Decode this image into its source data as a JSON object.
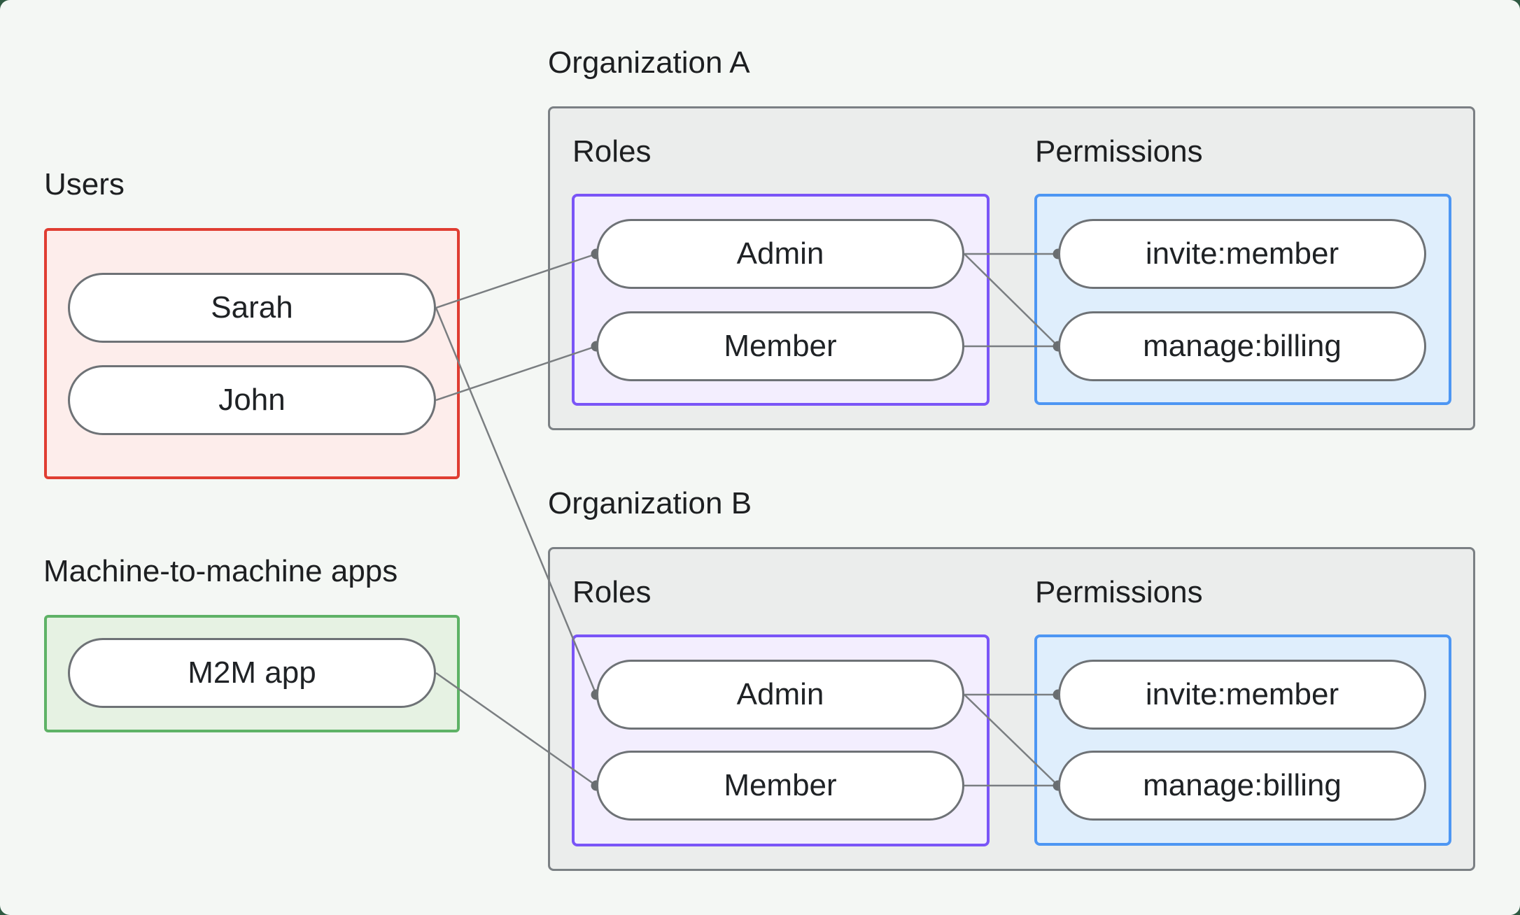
{
  "groups": {
    "users": {
      "label": "Users",
      "items": [
        "Sarah",
        "John"
      ],
      "border_color": "#e03d32",
      "fill_color": "#fdedeb"
    },
    "machine_apps": {
      "label": "Machine-to-machine apps",
      "items": [
        "M2M app"
      ],
      "border_color": "#5eb266",
      "fill_color": "#e6f2e3"
    }
  },
  "organizations": [
    {
      "label": "Organization A",
      "roles_label": "Roles",
      "permissions_label": "Permissions",
      "roles": [
        "Admin",
        "Member"
      ],
      "permissions": [
        "invite:member",
        "manage:billing"
      ],
      "roles_border_color": "#7a55f7",
      "roles_fill_color": "#f3eefe",
      "permissions_border_color": "#4d96f3",
      "permissions_fill_color": "#dfeefc"
    },
    {
      "label": "Organization B",
      "roles_label": "Roles",
      "permissions_label": "Permissions",
      "roles": [
        "Admin",
        "Member"
      ],
      "permissions": [
        "invite:member",
        "manage:billing"
      ],
      "roles_border_color": "#7a55f7",
      "roles_fill_color": "#f3eefe",
      "permissions_border_color": "#4d96f3",
      "permissions_fill_color": "#dfeefc"
    }
  ],
  "edges": [
    {
      "from": "Sarah",
      "to": "Organization A / Admin"
    },
    {
      "from": "John",
      "to": "Organization A / Member"
    },
    {
      "from": "Sarah",
      "to": "Organization B / Admin"
    },
    {
      "from": "M2M app",
      "to": "Organization B / Member"
    },
    {
      "from": "Organization A / Admin",
      "to": "Organization A / invite:member"
    },
    {
      "from": "Organization A / Admin",
      "to": "Organization A / manage:billing"
    },
    {
      "from": "Organization A / Member",
      "to": "Organization A / manage:billing"
    },
    {
      "from": "Organization B / Admin",
      "to": "Organization B / invite:member"
    },
    {
      "from": "Organization B / Admin",
      "to": "Organization B / manage:billing"
    },
    {
      "from": "Organization B / Member",
      "to": "Organization B / manage:billing"
    }
  ],
  "colors": {
    "page_background": "#f4f7f4",
    "frame_background": "#2e5941",
    "org_box_fill": "#ebedec",
    "org_box_border": "#7b8084",
    "pill_border": "#6e7276",
    "wire": "#7a7e81",
    "text": "#1d1f21"
  }
}
